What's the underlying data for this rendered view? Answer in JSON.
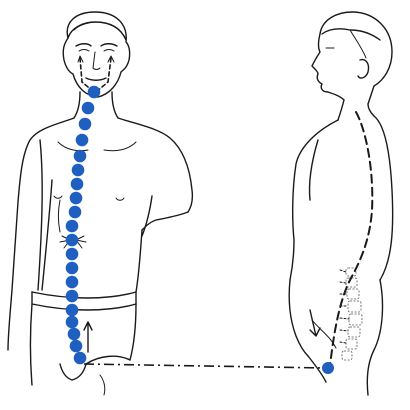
{
  "diagram": {
    "colors": {
      "point": "#1f5fbf",
      "ink": "#1a1a1a",
      "background": "#ffffff"
    },
    "front_channel_points": 20,
    "figures": [
      "front-view-man",
      "side-view-man"
    ]
  }
}
